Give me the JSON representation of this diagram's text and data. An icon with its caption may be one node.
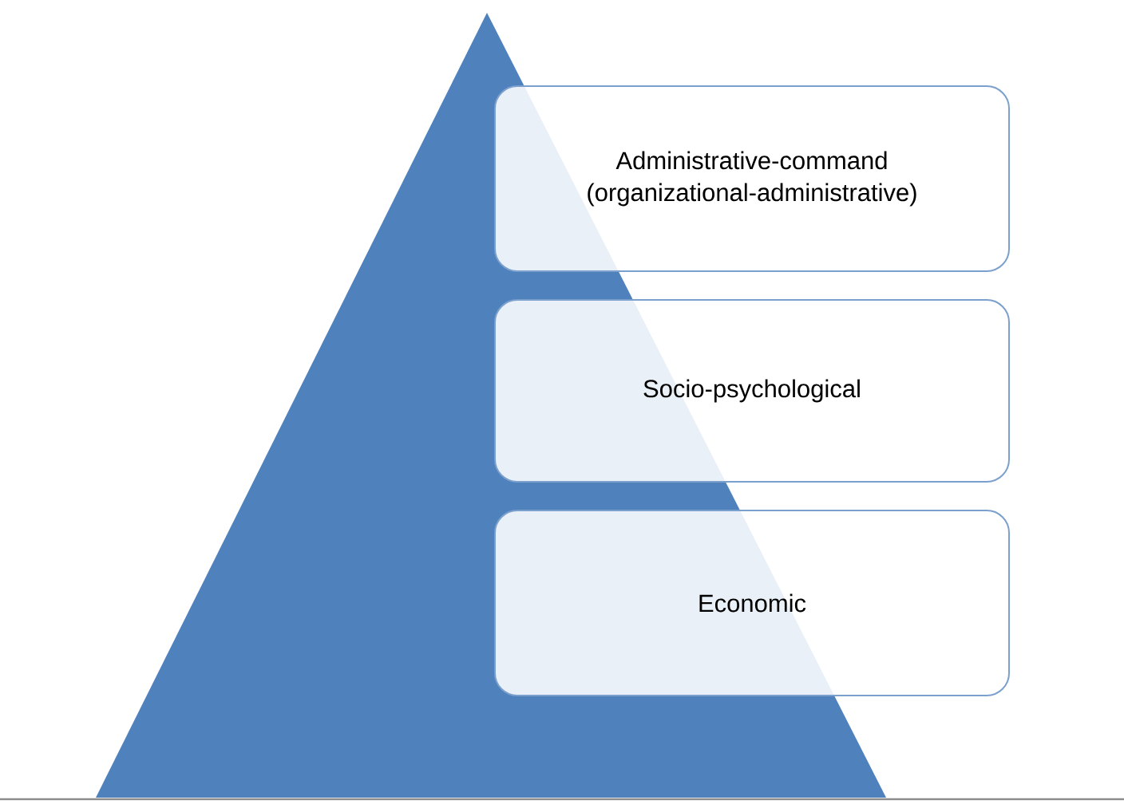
{
  "diagram": {
    "nodes": [
      {
        "text": [],
        "shape": "triangle"
      },
      {
        "text": [
          "Administrative-command (organizational-administrative)"
        ]
      },
      {
        "text": [
          "Socio-psychological"
        ]
      },
      {
        "text": [
          "Economic"
        ]
      }
    ]
  }
}
